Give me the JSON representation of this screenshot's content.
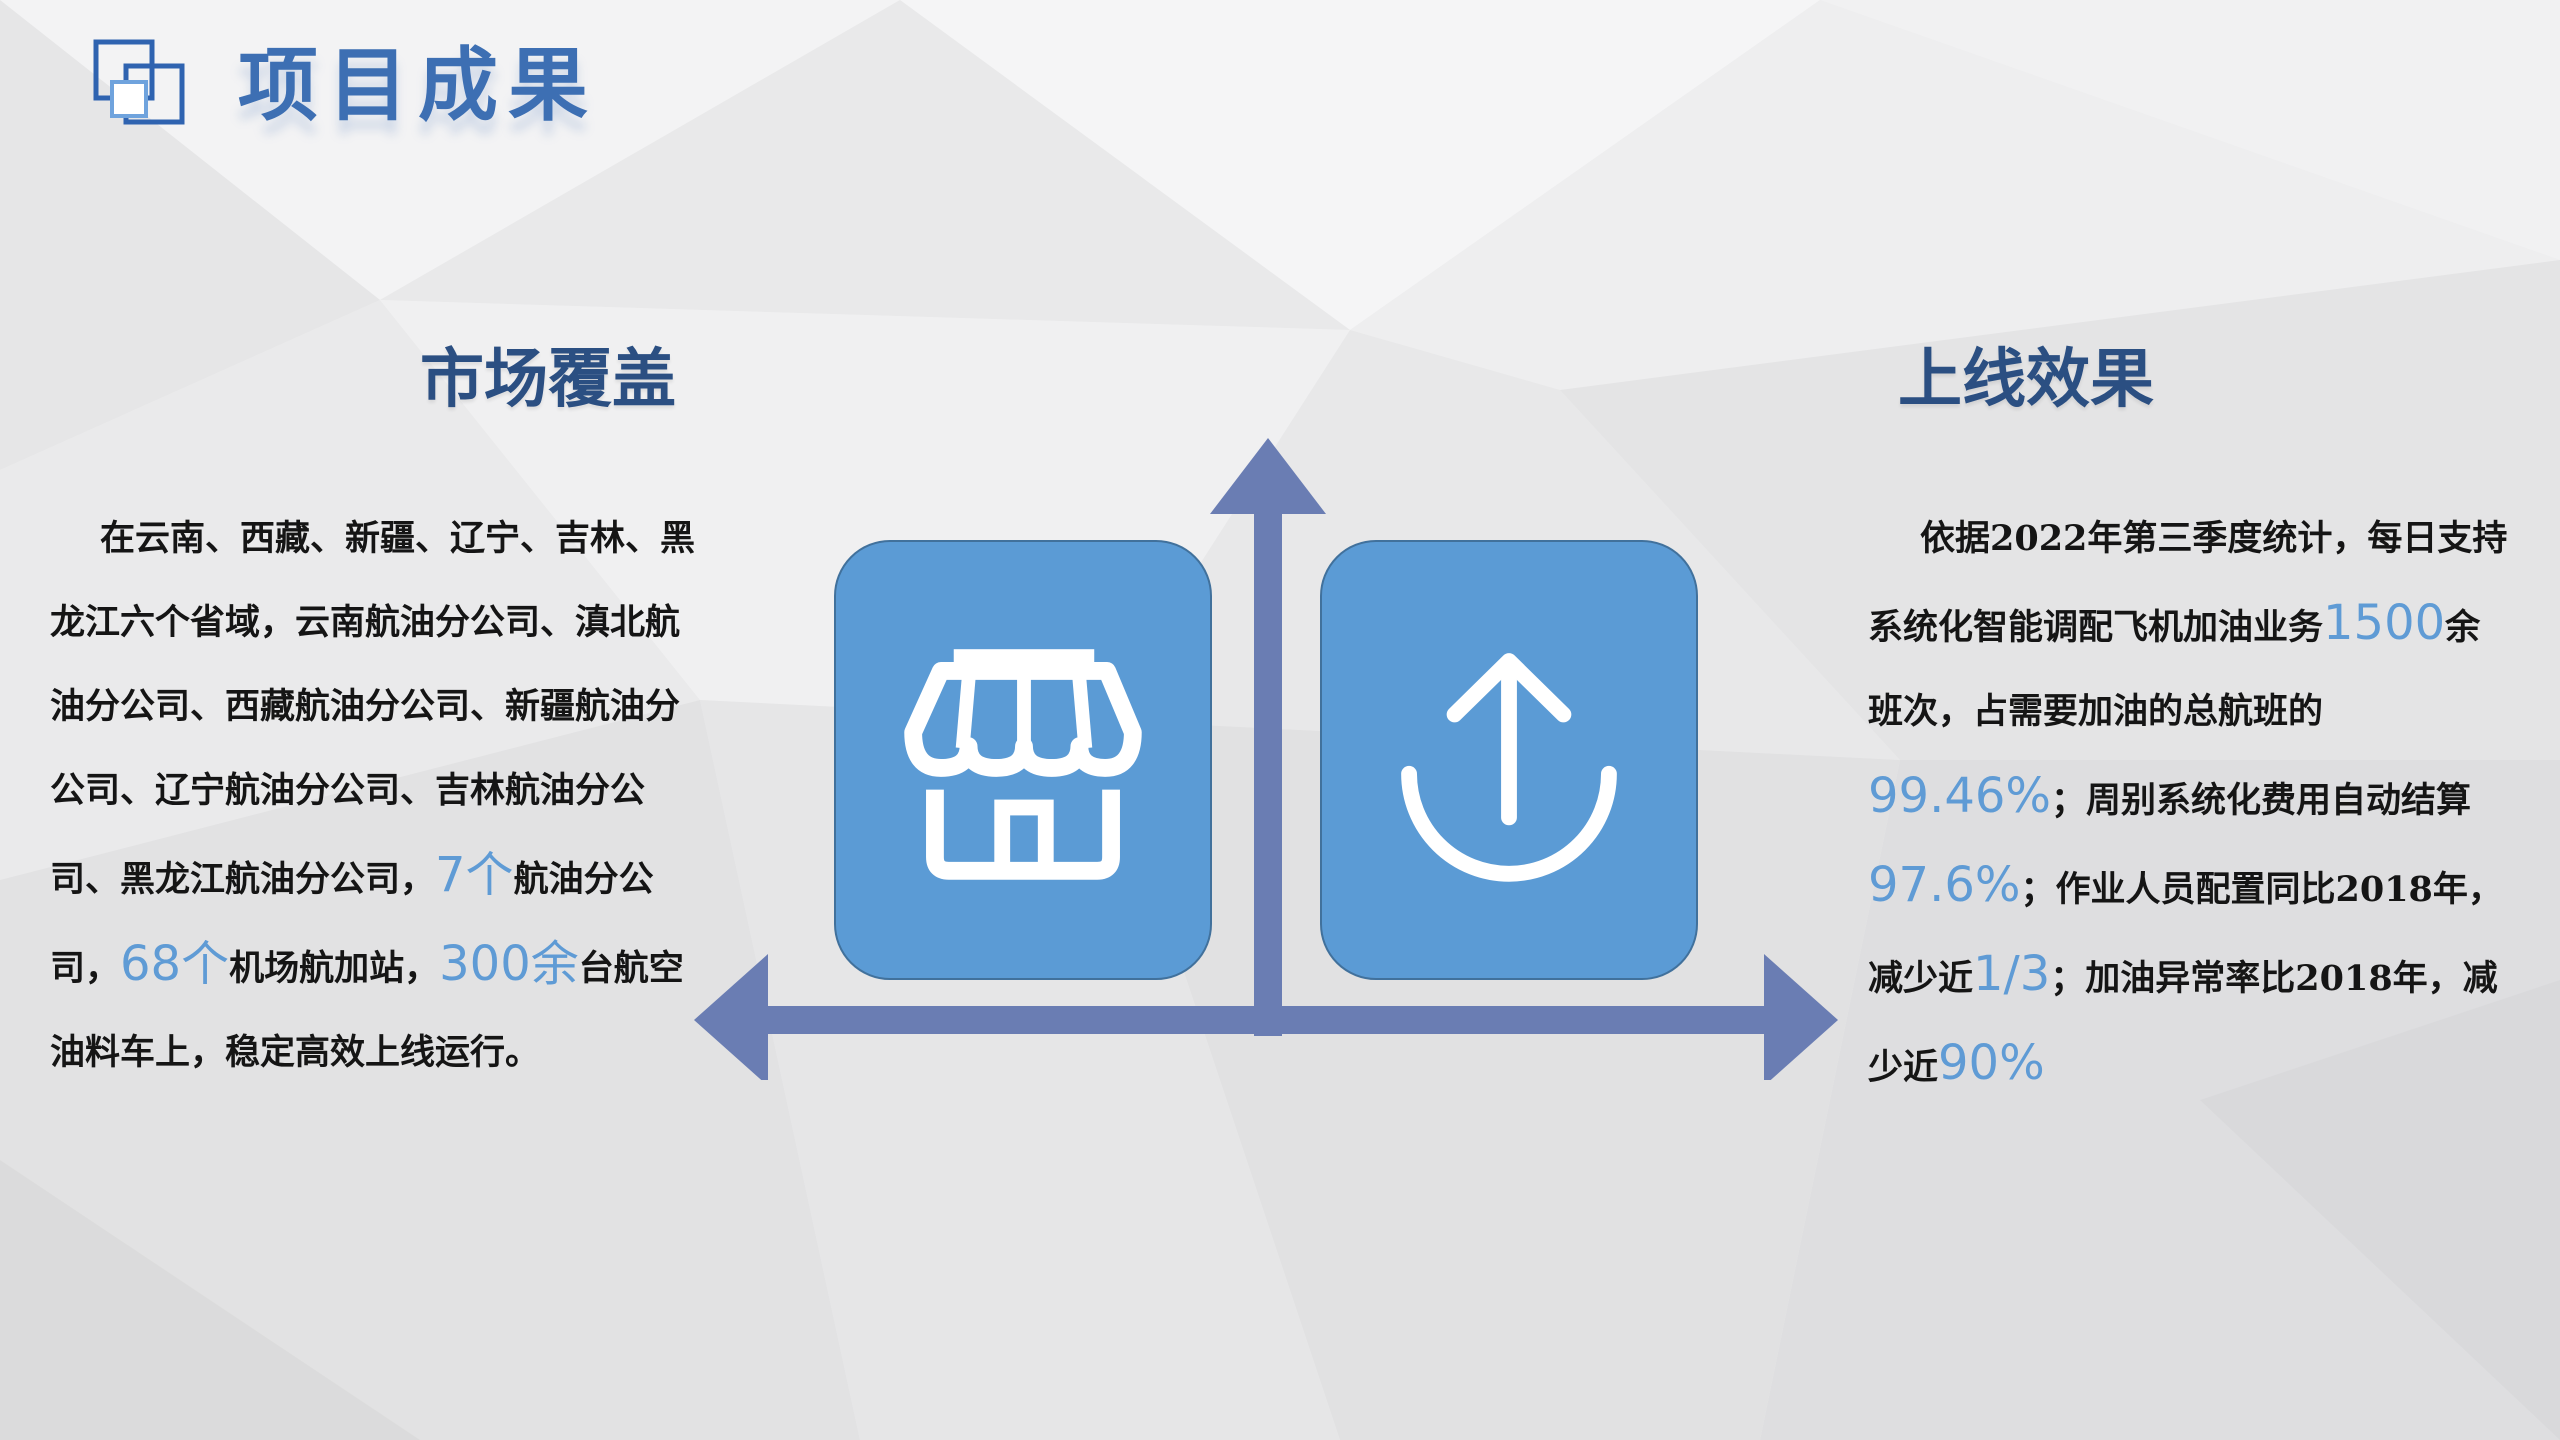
{
  "page": {
    "title": "项目成果",
    "colors": {
      "title": "#3d6fb3",
      "heading": "#2b4f82",
      "highlight": "#5f9bd5",
      "tile": "#5b9bd5",
      "arrow": "#6a7db3"
    }
  },
  "market": {
    "heading": "市场覆盖",
    "icon": "storefront-icon",
    "text": [
      "在云南、西藏、新疆、辽宁、吉林、黑龙江六个省域，云南航油分公司、滇北航油分公司、西藏航油分公司、新疆航油分公司、辽宁航油分公司、吉林航油分公司、黑龙江航油分公司，",
      "7个",
      "航油分公司，",
      "68个",
      "机场航加站，",
      "300余",
      "台航空油料车上，稳定高效上线运行。"
    ]
  },
  "results": {
    "heading": "上线效果",
    "icon": "upload-icon",
    "text": [
      "依据2022年第三季度统计，每日支持系统化智能调配飞机加油业务",
      "1500",
      "余班次，占需要加油的总航班的",
      "99.46%",
      "；周别系统化费用自动结算",
      "97.6%",
      "；作业人员配置同比2018年，减少近",
      "1/3",
      "；加油异常率比2018年，减少近",
      "90%"
    ]
  }
}
